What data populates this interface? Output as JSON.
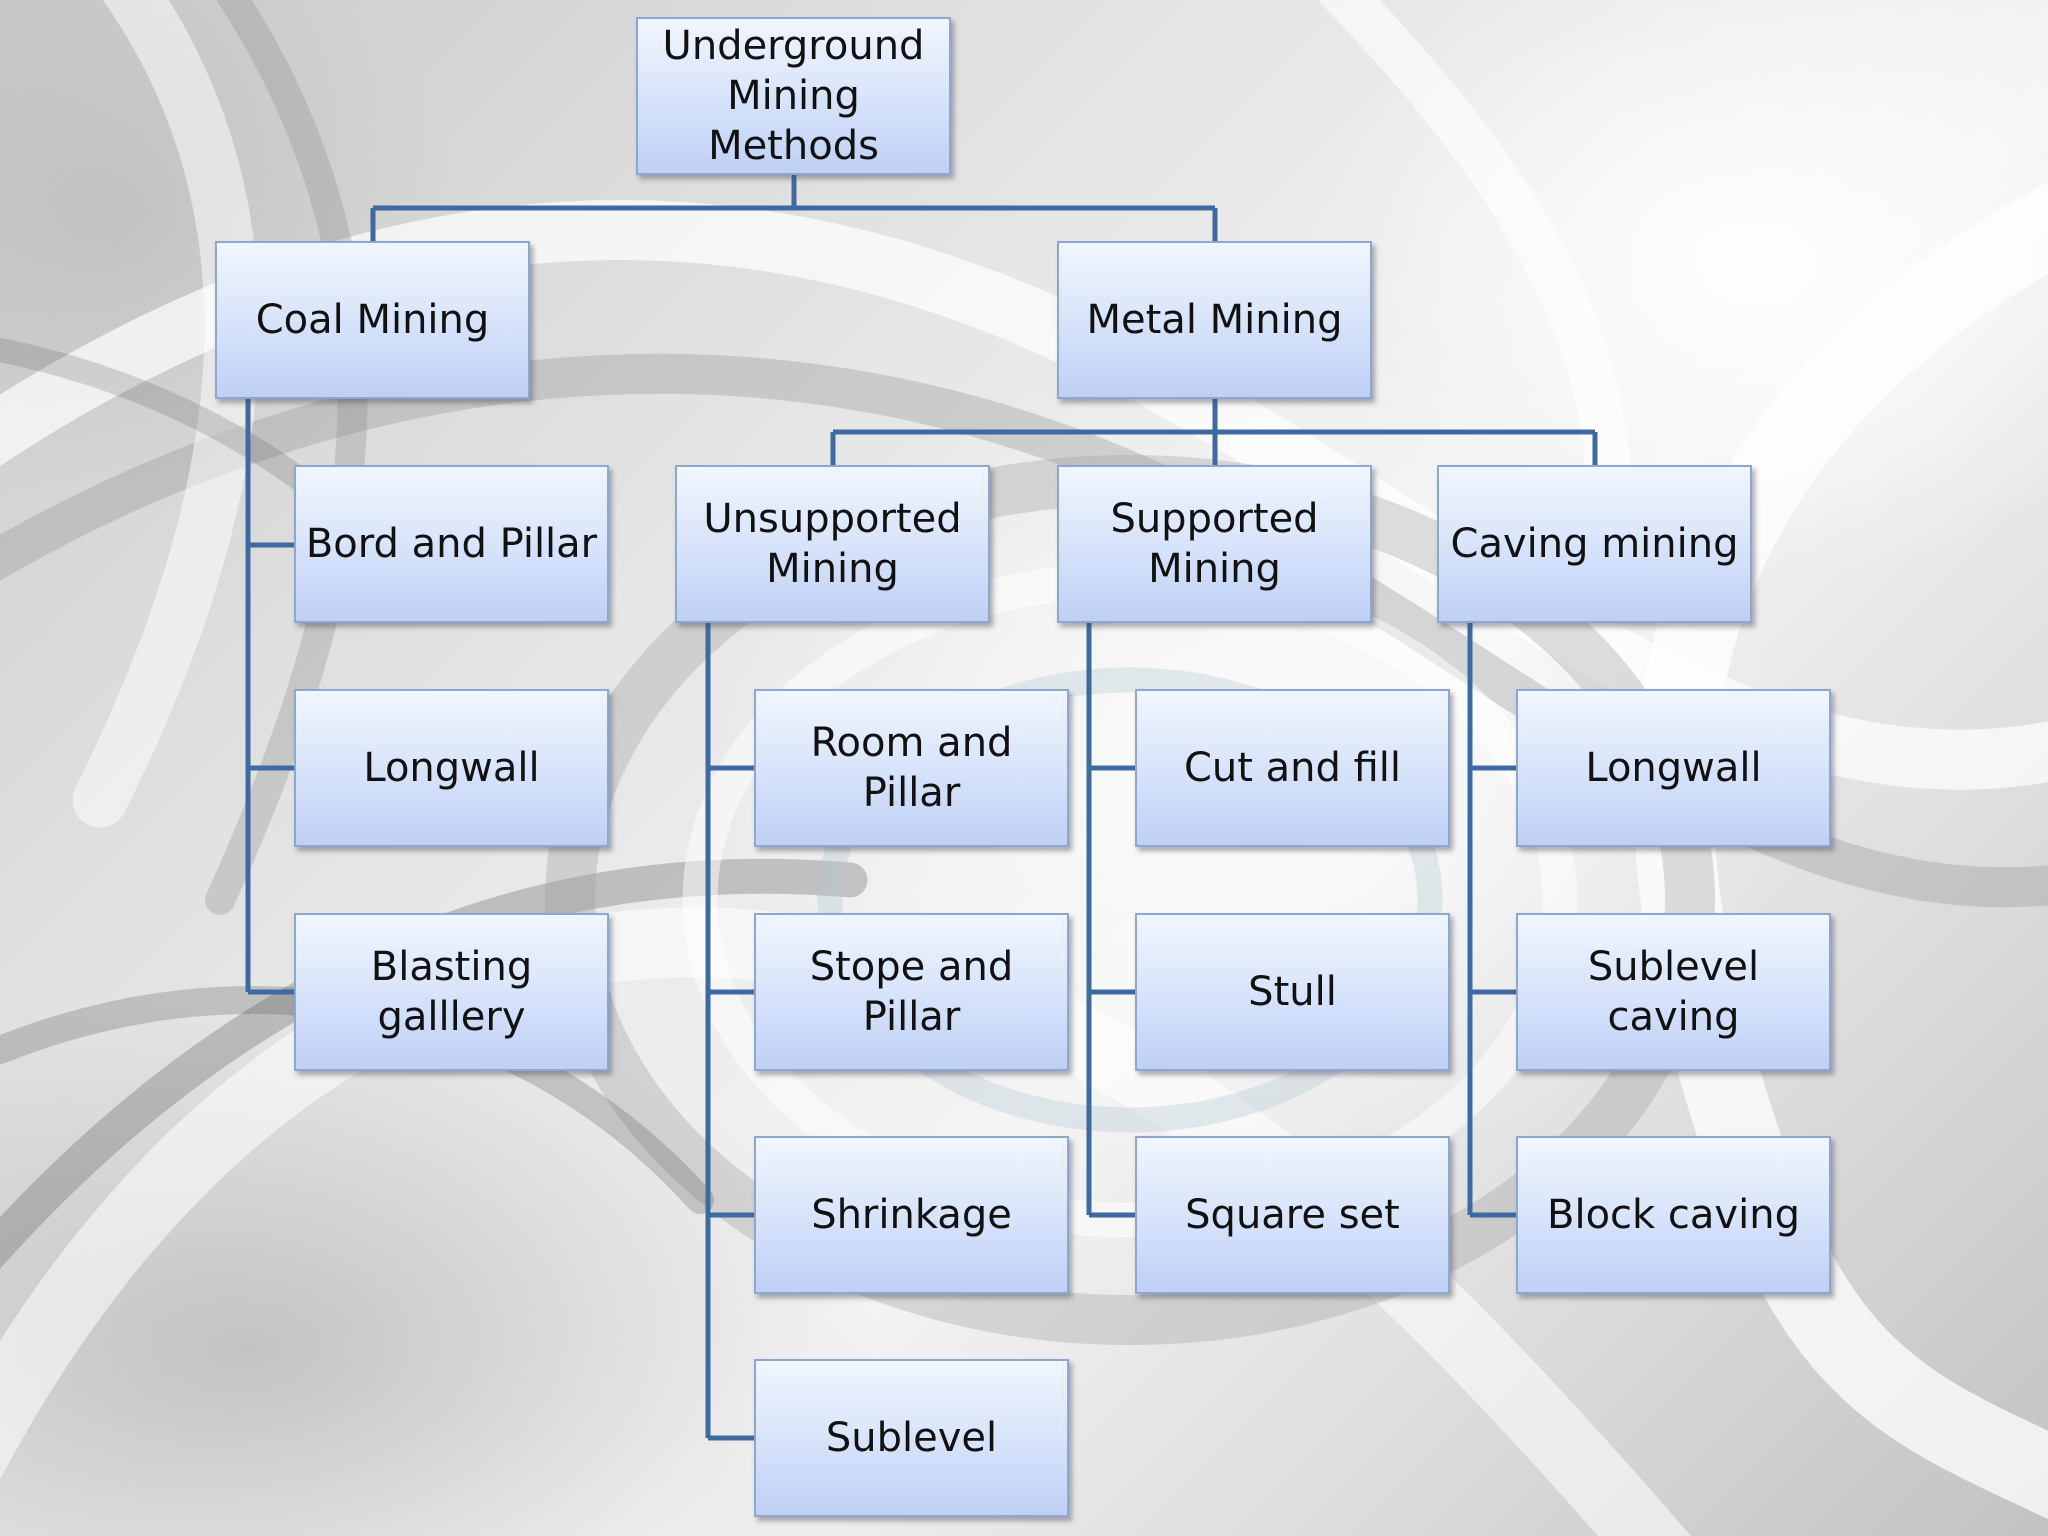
{
  "colors": {
    "connector": "#3e6aa0",
    "node_top": "#f1f5fd",
    "node_bottom": "#bfd0f6",
    "node_border": "#8fa6cf"
  },
  "nodes": {
    "root": "Underground\nMining Methods",
    "coal": "Coal Mining",
    "metal": "Metal Mining",
    "bord_pillar": "Bord and Pillar",
    "coal_longwall": "Longwall",
    "blasting_gallery": "Blasting galllery",
    "unsupported": "Unsupported\nMining",
    "supported": "Supported\nMining",
    "caving": "Caving mining",
    "room_pillar": "Room and Pillar",
    "stope_pillar": "Stope and Pillar",
    "shrinkage": "Shrinkage",
    "sublevel": "Sublevel",
    "cut_fill": "Cut and fill",
    "stull": "Stull",
    "square_set": "Square set",
    "caving_longwall": "Longwall",
    "sublevel_caving": "Sublevel caving",
    "block_caving": "Block caving"
  }
}
